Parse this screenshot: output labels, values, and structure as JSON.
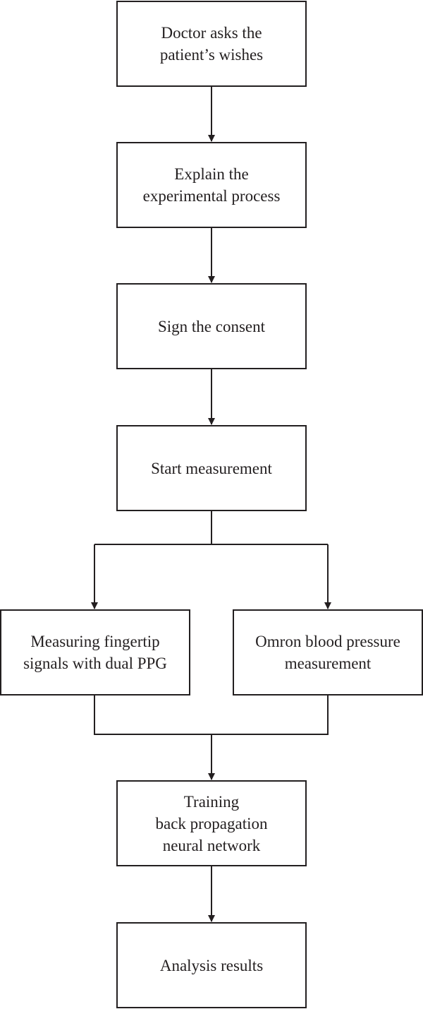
{
  "diagram": {
    "nodes": [
      {
        "id": "n1",
        "label": "Doctor asks the\npatient’s wishes"
      },
      {
        "id": "n2",
        "label": "Explain the\nexperimental process"
      },
      {
        "id": "n3",
        "label": "Sign the consent"
      },
      {
        "id": "n4",
        "label": "Start measurement"
      },
      {
        "id": "n5",
        "label": "Measuring fingertip\nsignals with dual PPG"
      },
      {
        "id": "n6",
        "label": "Omron blood pressure\nmeasurement"
      },
      {
        "id": "n7",
        "label": "Training\nback propagation\nneural network"
      },
      {
        "id": "n8",
        "label": "Analysis results"
      }
    ],
    "edges": [
      {
        "from": "n1",
        "to": "n2"
      },
      {
        "from": "n2",
        "to": "n3"
      },
      {
        "from": "n3",
        "to": "n4"
      },
      {
        "from": "n4",
        "to": "n5"
      },
      {
        "from": "n4",
        "to": "n6"
      },
      {
        "from": "n5",
        "to": "n7"
      },
      {
        "from": "n6",
        "to": "n7"
      },
      {
        "from": "n7",
        "to": "n8"
      }
    ],
    "colors": {
      "stroke": "#231f20",
      "text": "#231f20",
      "background": "#ffffff"
    }
  }
}
